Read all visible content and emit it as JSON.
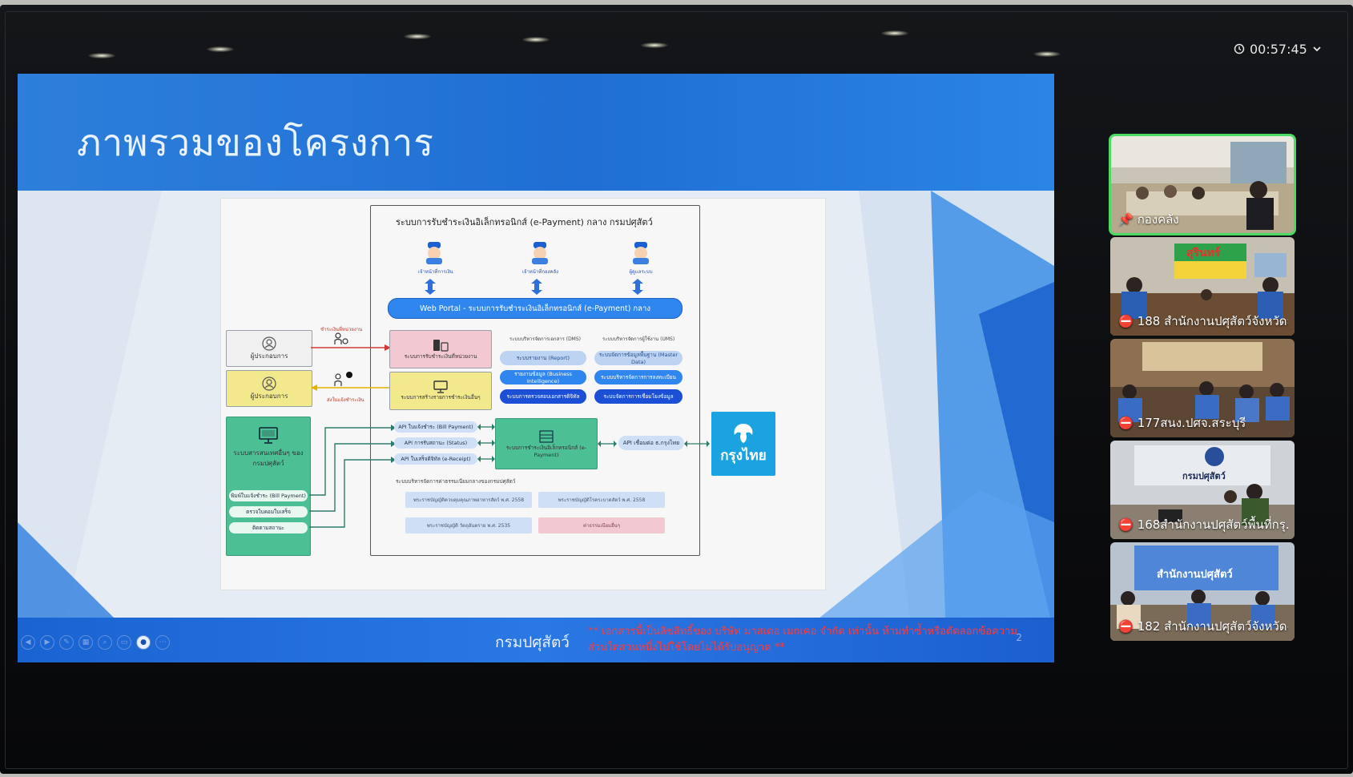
{
  "meeting": {
    "elapsed_time": "00:57:45"
  },
  "slide": {
    "title": "ภาพรวมของโครงการ",
    "footer_brand": "กรมปศุสัตว์",
    "footer_note": "** เอกสารนี้เป็นลิขสิทธิ์ของ บริษัท มาสเตอ เมกเคอ จำกัด เท่านั้น ห้ามทำซ้ำหรือตัดลอกข้อความส่วนใดส่วนหนึ่งไปใช้โดยไม่ได้รับอนุญาต **",
    "page_number": "2"
  },
  "diagram": {
    "system_title": "ระบบการรับชำระเงินอิเล็กทรอนิกส์ (e-Payment) กลาง กรมปศุสัตว์",
    "actors": [
      "เจ้าหน้าที่การเงิน",
      "เจ้าหน้าที่กองคลัง",
      "ผู้ดูแลระบบ"
    ],
    "web_portal": "Web Portal - ระบบการรับชำระเงินอิเล็กทรอนิกส์ (e-Payment) กลาง",
    "operator_1": "ผู้ประกอบการ",
    "operator_2": "ผู้ประกอบการ",
    "pay_at_unit": "ชำระเงินที่หน่วยงาน",
    "send_payment": "ส่งใบแจ้งชำระเงิน",
    "unit_payment_system": "ระบบการรับชำระเงินที่หน่วยงาน",
    "create_payment_system": "ระบบการสร้างรายการชำระเงินอื่นๆ",
    "dms_title": "ระบบบริหารจัดการเอกสาร (DMS)",
    "ums_title": "ระบบบริหารจัดการผู้ใช้งาน (UMS)",
    "dms_items": [
      "ระบบรายงาน (Report)",
      "รายงานข้อมูล (Business Intelligence)",
      "ระบบการตรวจสอบเอกสารดิจิทัล"
    ],
    "ums_items": [
      "ระบบจัดการข้อมูลพื้นฐาน (Master Data)",
      "ระบบบริหารจัดการการลงทะเบียน",
      "ระบบจัดการการเชื่อมโยงข้อมูล"
    ],
    "other_systems": "ระบบสารสนเทศอื่นๆ ของกรมปศุสัตว์",
    "other_items": [
      "พิมพ์ใบแจ้งชำระ (Bill Payment)",
      "ตรวจใบคอมใบเสร็จ",
      "ติดตามสถานะ"
    ],
    "apis": [
      "API ใบแจ้งชำระ (Bill Payment)",
      "API การรับสถานะ (Status)",
      "API ใบเสร็จดิจิทัล (e-Receipt)"
    ],
    "epayment_core": "ระบบการชำระเงินอิเล็กทรอนิกส์ (e-Payment)",
    "bank_api": "API เชื่อมต่อ ธ.กรุงไทย",
    "bank_name": "กรุงไทย",
    "laws_title": "ระบบบริหารจัดการค่าธรรมเนียมกลางของกรมปศุสัตว์",
    "laws": [
      "พระราชบัญญัติควบคุมคุณภาพอาหารสัตว์ พ.ศ. 2558",
      "พระราชบัญญัติโรคระบาดสัตว์ พ.ศ. 2558",
      "พระราชบัญญัติ วัตถุอันตราย พ.ศ. 2535",
      "ค่าธรรมเนียมอื่นๆ"
    ]
  },
  "participants": [
    {
      "name": "กองคลัง",
      "pinned": true,
      "active": true
    },
    {
      "name": "188 สำนักงานปศุสัตว์จังหวัดสุ...",
      "muted": true
    },
    {
      "name": "177สนง.ปศจ.สระบุรี",
      "muted": true
    },
    {
      "name": "168สำนักงานปศุสัตว์พื้นที่กรุ...",
      "muted": true
    },
    {
      "name": "182 สำนักงานปศุสัตว์จังหวัดฉ...",
      "muted": true
    }
  ],
  "participant_scenes": [
    "สุรินทร์",
    "กรมปศุสัตว์",
    "สำนักงานปศุสัตว์"
  ],
  "colors": {
    "header_blue": "#1f6fd4",
    "footer_blue": "#1a63d2",
    "active_tile": "#4cd964",
    "warning_red": "#ff3b3b",
    "bank_blue": "#1aa3e0",
    "green_box": "#4dbf95",
    "pink_box": "#f3c9d1",
    "yellow_box": "#f1e98c"
  }
}
